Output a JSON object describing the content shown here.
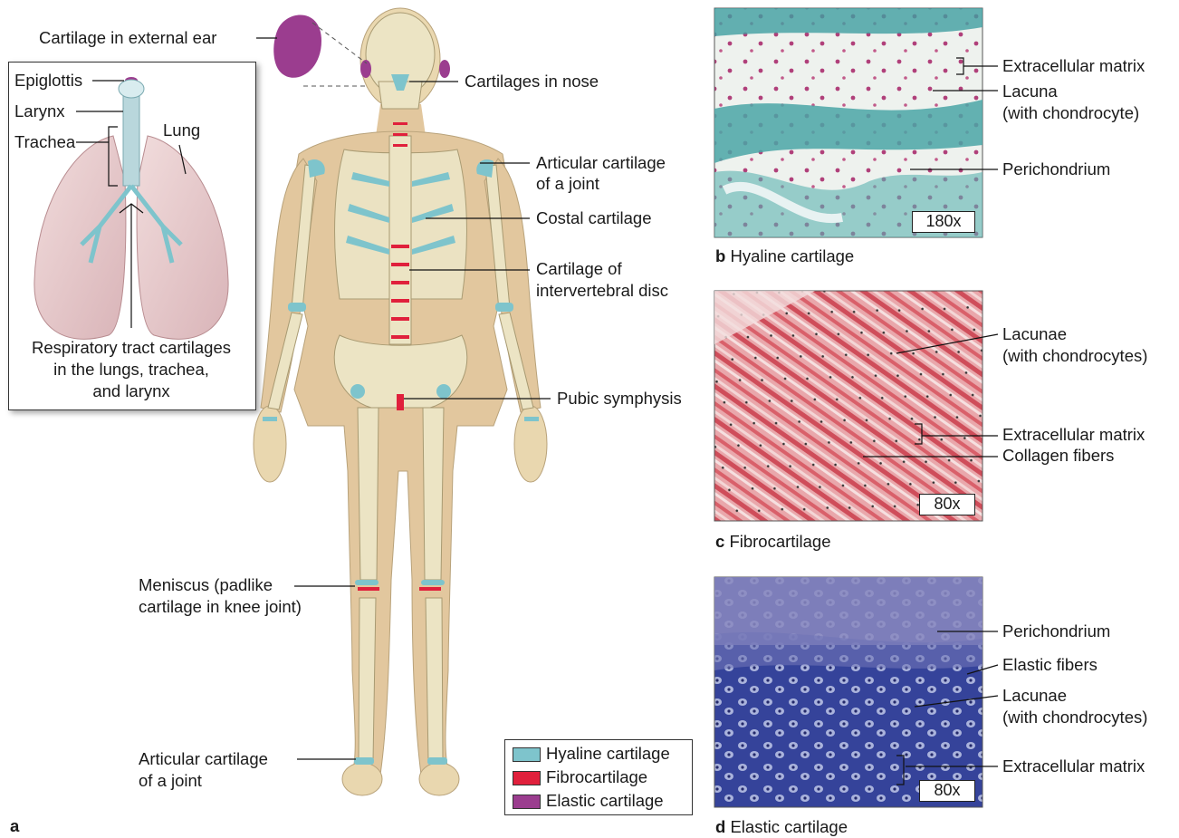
{
  "colors": {
    "hyaline": "#7ec4cc",
    "fibro": "#e0203c",
    "elastic": "#9b3d8f",
    "bone": "#ece4c4",
    "skin": "#e2c79e"
  },
  "panel_a": {
    "letter": "a",
    "labels": {
      "ear": "Cartilage in external ear",
      "nose": "Cartilages in nose",
      "articular_shoulder_1": "Articular cartilage",
      "articular_shoulder_2": "of a joint",
      "costal": "Costal cartilage",
      "disc_1": "Cartilage of",
      "disc_2": "intervertebral disc",
      "pubic": "Pubic symphysis",
      "meniscus_1": "Meniscus (padlike",
      "meniscus_2": "cartilage in knee joint)",
      "articular_ankle_1": "Articular cartilage",
      "articular_ankle_2": "of a joint"
    },
    "inset": {
      "epiglottis": "Epiglottis",
      "larynx": "Larynx",
      "trachea": "Trachea",
      "lung": "Lung",
      "resp_1": "Respiratory tract cartilages",
      "resp_2": "in the lungs, trachea,",
      "resp_3": "and larynx"
    },
    "legend": [
      {
        "label": "Hyaline cartilage",
        "color": "#7ec4cc"
      },
      {
        "label": "Fibrocartilage",
        "color": "#e0203c"
      },
      {
        "label": "Elastic cartilage",
        "color": "#9b3d8f"
      }
    ]
  },
  "panel_b": {
    "letter": "b",
    "caption": "Hyaline cartilage",
    "magnification": "180x",
    "labels": {
      "matrix": "Extracellular matrix",
      "lacuna_1": "Lacuna",
      "lacuna_2": "(with chondrocyte)",
      "perichondrium": "Perichondrium"
    }
  },
  "panel_c": {
    "letter": "c",
    "caption": "Fibrocartilage",
    "magnification": "80x",
    "labels": {
      "lacunae_1": "Lacunae",
      "lacunae_2": "(with chondrocytes)",
      "matrix": "Extracellular matrix",
      "collagen": "Collagen fibers"
    }
  },
  "panel_d": {
    "letter": "d",
    "caption": "Elastic cartilage",
    "magnification": "80x",
    "labels": {
      "perichondrium": "Perichondrium",
      "elastic": "Elastic fibers",
      "lacunae_1": "Lacunae",
      "lacunae_2": "(with chondrocytes)",
      "matrix": "Extracellular matrix"
    }
  }
}
